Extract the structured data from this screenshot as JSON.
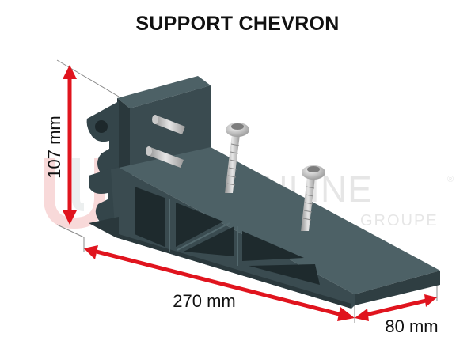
{
  "title": "SUPPORT CHEVRON",
  "watermark": {
    "brand": "USINEONLINE",
    "sub": "GROUPE",
    "reg": "®"
  },
  "dimensions": {
    "height": "107 mm",
    "length": "270 mm",
    "width": "80 mm"
  },
  "colors": {
    "body": "#3a4b50",
    "body_dark": "#2a383c",
    "body_light": "#4d6166",
    "arrow": "#e0141e",
    "bolt": "#b9b9b9"
  }
}
